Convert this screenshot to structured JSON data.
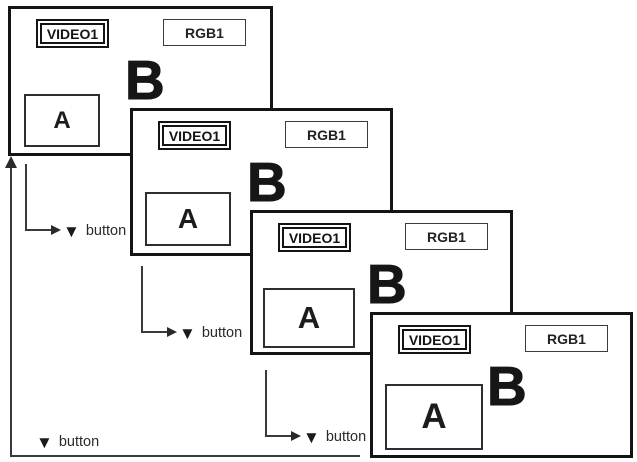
{
  "diagram": {
    "description_note": "",
    "frames": [
      {
        "video_label": "VIDEO1",
        "rgb_label": "RGB1",
        "main_label": "B",
        "pip_label": "A"
      },
      {
        "video_label": "VIDEO1",
        "rgb_label": "RGB1",
        "main_label": "B",
        "pip_label": "A"
      },
      {
        "video_label": "VIDEO1",
        "rgb_label": "RGB1",
        "main_label": "B",
        "pip_label": "A"
      },
      {
        "video_label": "VIDEO1",
        "rgb_label": "RGB1",
        "main_label": "B",
        "pip_label": "A"
      }
    ],
    "annotations": {
      "down_triangle_icon": "▼",
      "button_text": "button"
    },
    "colors": {
      "frame_border": "#141414",
      "connector_line": "#3a3a3a",
      "text": "#1c1c1c",
      "background": "#ffffff"
    }
  }
}
